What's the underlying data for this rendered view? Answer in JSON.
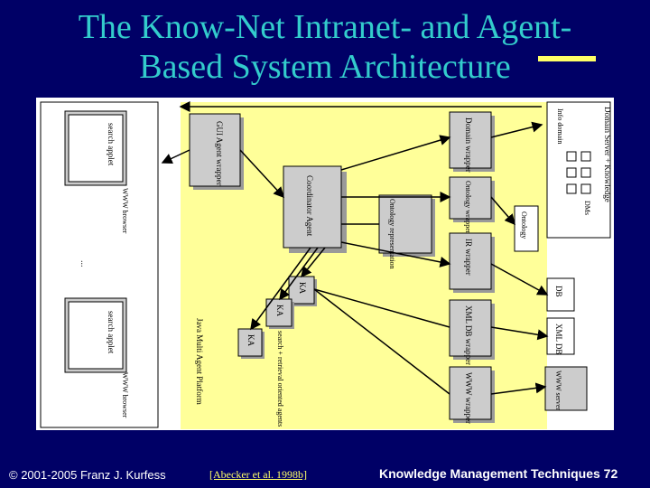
{
  "slide": {
    "title_line1": "The Know-Net Intranet- and Agent-",
    "title_line2": "Based System Architecture",
    "footer_copyright": "© 2001-2005 Franz J. Kurfess",
    "footer_citation": "[Abecker et al. 1998b]",
    "footer_course": "Knowledge Management Techniques",
    "page_number": "72"
  },
  "diagram": {
    "labels": {
      "search_applet_top": "search applet",
      "www_browser_top": "WWW browser",
      "ellipsis": "...",
      "search_applet_bottom": "search applet",
      "www_browser_bottom": "WWW browser",
      "gui_wrapper": "GUI Agent wrapper",
      "coordinator": "Coordinator Agent",
      "ka": "KA",
      "ka2": "KA",
      "ka3": "KA",
      "search_agents": "search + retrieval oriented agents",
      "platform": "Java Multi Agent Platform",
      "domain_wrapper": "Domain wrapper",
      "ontology_wrapper": "Ontology wrapper",
      "ontology_repr": "Ontology representation",
      "ir_wrapper": "IR wrapper",
      "xml_wrapper": "XML DB wrapper",
      "www_wrapper": "WWW wrapper",
      "server_title": "Domain Server + Knowledge",
      "info_domain": "Info domain",
      "dms": "DMs",
      "ontology_db": "Ontology",
      "db": "DB",
      "xml_db": "XML DB",
      "www_server": "WWW server"
    }
  }
}
